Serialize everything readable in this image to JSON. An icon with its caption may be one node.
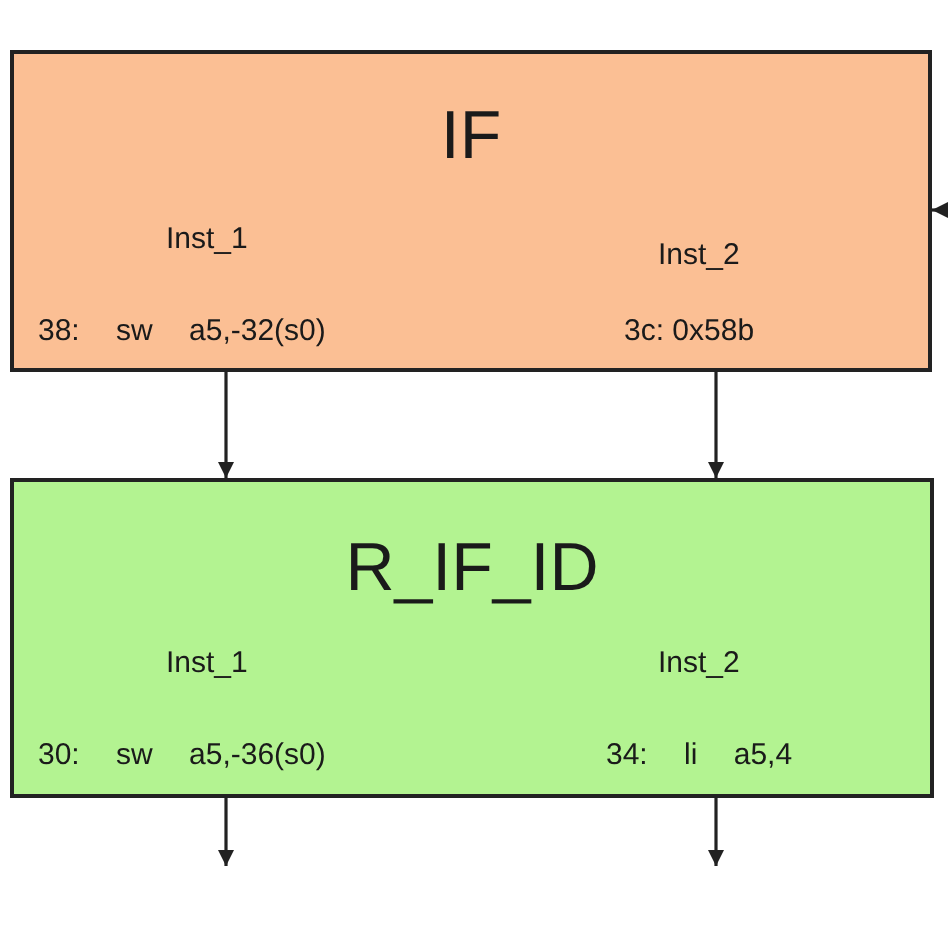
{
  "diagram": {
    "nodes": [
      {
        "text": [
          "IF",
          "Inst_1",
          "Inst_2",
          "38: sw a5,-32(s0)",
          "3c: 0x58b"
        ]
      },
      {
        "text": [
          "R_IF_ID",
          "Inst_1",
          "Inst_2",
          "30: sw a5,-36(s0)",
          "34: li a5,4"
        ]
      }
    ],
    "edges": [
      {
        "from": null,
        "to": 0,
        "arrow": "to"
      },
      {
        "from": 0,
        "to": 1,
        "arrow": "to"
      },
      {
        "from": 0,
        "to": 1,
        "arrow": "to"
      },
      {
        "from": 1,
        "to": null,
        "arrow": "to"
      },
      {
        "from": 1,
        "to": null,
        "arrow": "to"
      }
    ]
  }
}
